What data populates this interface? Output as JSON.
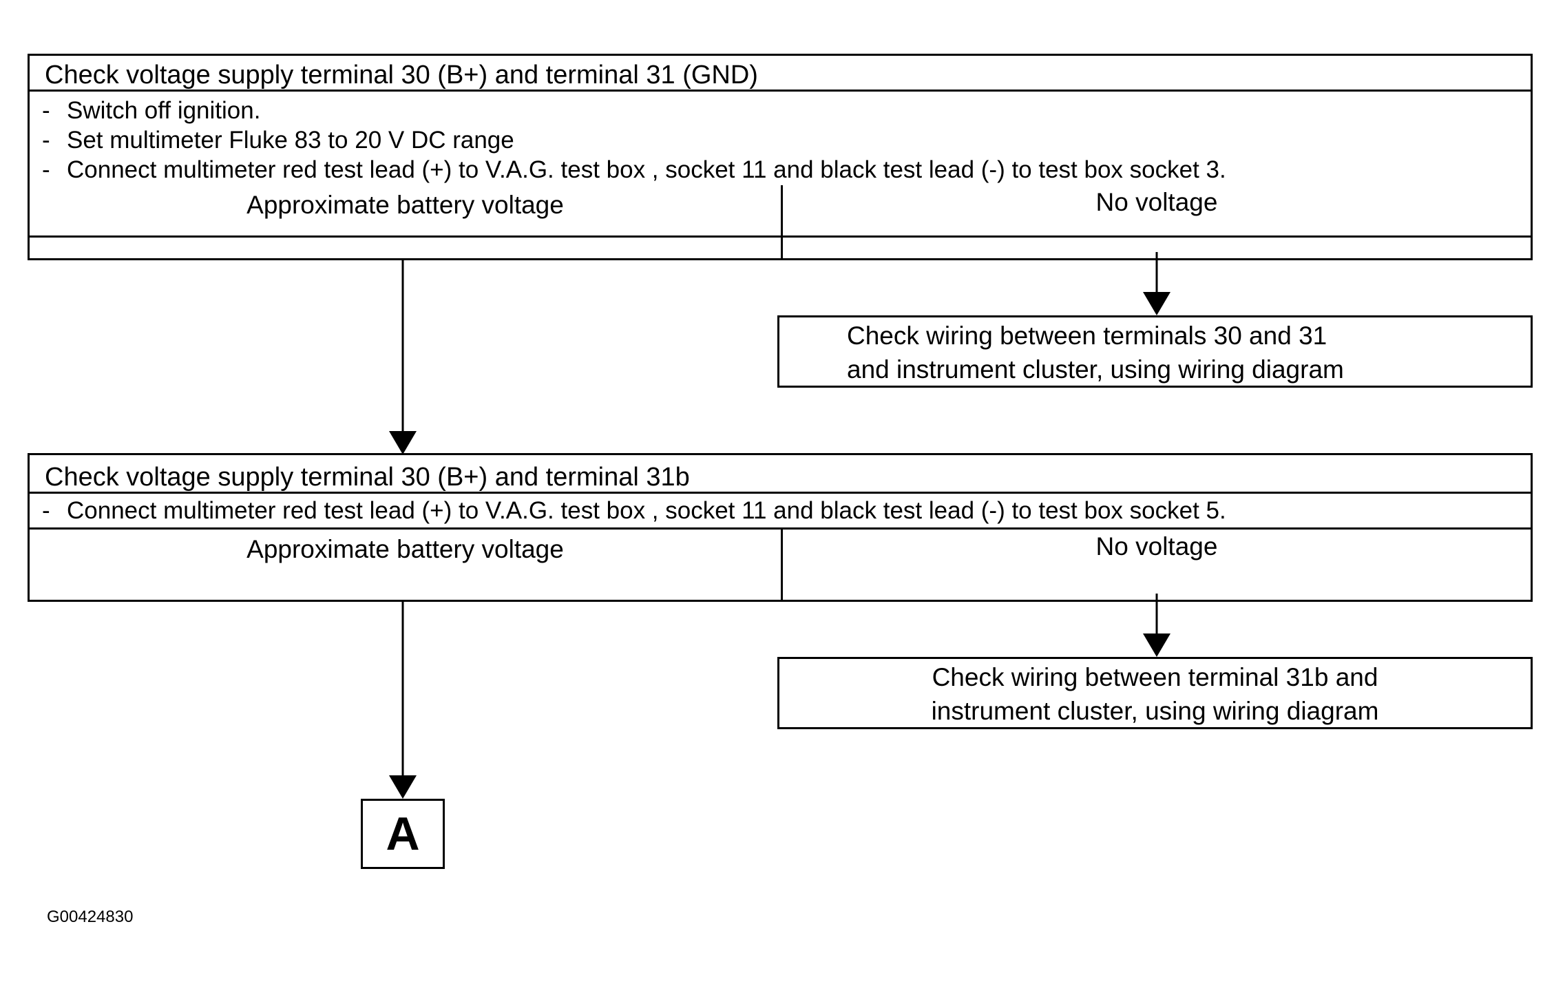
{
  "step1": {
    "title": "Check  voltage supply terminal 30 (B+) and terminal 31 (GND)",
    "instructions": [
      "Switch off ignition.",
      "Set multimeter  Fluke 83 to 20 V DC  range",
      "Connect multimeter red  test lead  (+) to  V.A.G. test box , socket 11 and black test lead  (-) to  test box socket 3."
    ],
    "result_ok": "Approximate  battery voltage",
    "result_fail": "No voltage",
    "fail_action": [
      "Check wiring between terminals 30 and 31",
      "and instrument cluster, using wiring diagram"
    ]
  },
  "step2": {
    "title": "Check  voltage supply terminal 30 (B+) and terminal 31b",
    "instructions": [
      "Connect multimeter red test lead  (+) to  V.A.G. test box , socket 11 and black test lead  (-) to  test box socket 5."
    ],
    "result_ok": "Approximate  battery voltage",
    "result_fail": "No voltage",
    "fail_action": [
      "Check wiring between terminal 31b  and",
      "instrument cluster, using wiring diagram"
    ]
  },
  "connector_label": "A",
  "figure_id": "G00424830"
}
